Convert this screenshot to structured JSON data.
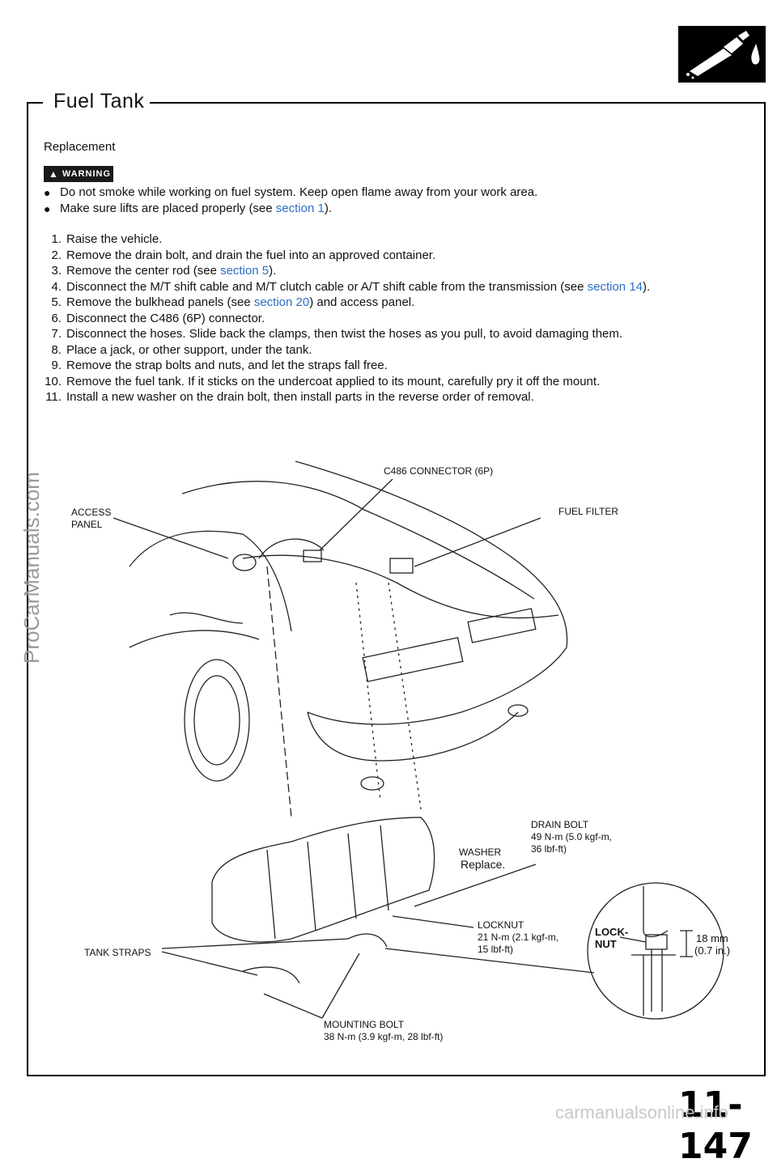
{
  "header": {
    "section_title": "Fuel Tank",
    "subtitle": "Replacement",
    "warning_label": "WARNING"
  },
  "warnings": [
    {
      "text_before": "Do not smoke while working on fuel system. Keep open flame away from your work area.",
      "link": "",
      "text_after": ""
    },
    {
      "text_before": "Make sure lifts are placed properly (see ",
      "link": "section 1",
      "text_after": ")."
    }
  ],
  "steps": [
    {
      "num": "1.",
      "text_before": "Raise the vehicle.",
      "link": "",
      "text_after": ""
    },
    {
      "num": "2.",
      "text_before": "Remove the drain bolt, and drain the fuel into an approved container.",
      "link": "",
      "text_after": ""
    },
    {
      "num": "3.",
      "text_before": "Remove the center rod (see ",
      "link": "section 5",
      "text_after": ")."
    },
    {
      "num": "4.",
      "text_before": "Disconnect the M/T shift cable and M/T clutch cable or A/T shift cable from the transmission (see ",
      "link": "section 14",
      "text_after": ")."
    },
    {
      "num": "5.",
      "text_before": "Remove the bulkhead panels (see ",
      "link": "section 20",
      "text_after": ") and access panel."
    },
    {
      "num": "6.",
      "text_before": "Disconnect the C486 (6P) connector.",
      "link": "",
      "text_after": ""
    },
    {
      "num": "7.",
      "text_before": "Disconnect the hoses. Slide back the clamps, then twist the hoses as you pull, to avoid damaging them.",
      "link": "",
      "text_after": ""
    },
    {
      "num": "8.",
      "text_before": "Place a jack, or other support, under the tank.",
      "link": "",
      "text_after": ""
    },
    {
      "num": "9.",
      "text_before": "Remove the strap bolts and nuts, and let the straps fall free.",
      "link": "",
      "text_after": ""
    },
    {
      "num": "10.",
      "text_before": "Remove the fuel tank. If it sticks on the undercoat applied to its mount, carefully pry it off the mount.",
      "link": "",
      "text_after": ""
    },
    {
      "num": "11.",
      "text_before": "Install a new washer on the drain bolt, then install parts in the reverse order of removal.",
      "link": "",
      "text_after": ""
    }
  ],
  "callouts": {
    "connector": "C486 CONNECTOR (6P)",
    "access_panel_1": "ACCESS",
    "access_panel_2": "PANEL",
    "fuel_filter": "FUEL FILTER",
    "drain_bolt_1": "DRAIN BOLT",
    "drain_bolt_2": "49 N-m (5.0 kgf-m,",
    "drain_bolt_3": "36 lbf-ft)",
    "washer_1": "WASHER",
    "washer_2": "Replace.",
    "locknut_1": "LOCKNUT",
    "locknut_2": "21 N-m (2.1 kgf-m,",
    "locknut_3": "15 lbf-ft)",
    "tank_straps": "TANK STRAPS",
    "mounting_bolt_1": "MOUNTING BOLT",
    "mounting_bolt_2": "38 N-m (3.9 kgf-m, 28 lbf-ft)",
    "detail_locknut_1": "LOCK-",
    "detail_locknut_2": "NUT",
    "detail_dim_1": "18 mm",
    "detail_dim_2": "(0.7 in.)"
  },
  "footer": {
    "page_number": "11-147",
    "watermark_side": "ProCarManuals.com",
    "watermark_bottom": "carmanualsonline.info"
  },
  "colors": {
    "link": "#2c6fc4",
    "ink": "#111111",
    "watermark": "#9a9a9a"
  }
}
